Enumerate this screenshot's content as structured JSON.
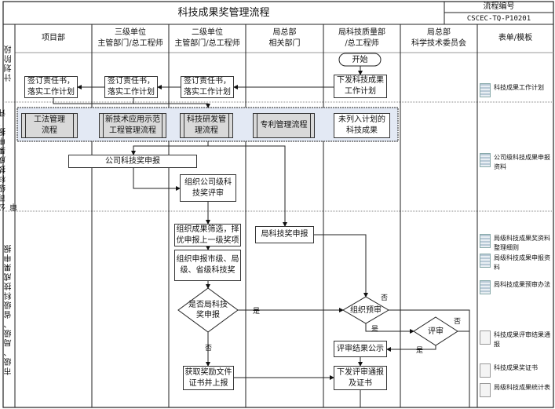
{
  "title": "科技成果奖管理流程",
  "process_no_label": "流程编号",
  "process_no": "CSCEC-TQ-P10201",
  "columns": [
    "项目部",
    "三级单位\n主管部门/总工程师",
    "二级单位\n主管部门/总工程师",
    "局总部\n相关部门",
    "局科技质量部\n/总工程师",
    "局总部\n科学技术委员会",
    "表单/模板"
  ],
  "phases": [
    "计划阶段",
    "公司级科技成果申报、评审",
    "市级、局级、省级科技成果申报"
  ],
  "nodes": {
    "start": "开始",
    "sign1": "签订责任书，\n落实工作计划",
    "sign2": "签订责任书，\n落实工作计划",
    "sign3": "签订责任书，\n落实工作计划",
    "issue_plan": "下发科技成果\n工作计划",
    "sub1": "工法管理\n流程",
    "sub2": "新技术应用示范\n工程管理流程",
    "sub3": "科技研发管\n理流程",
    "sub4": "专利管理流程",
    "unplanned": "未列入计划的\n科技成果",
    "company_apply": "公司科技奖申报",
    "company_review": "组织公司级科\n技奖评审",
    "screen": "组织成果筛选，择\n优申报上一级奖项",
    "org_apply": "组织申报市级、局\n级、省级科技奖",
    "is_bureau": "是否局科技\n奖申报",
    "get_award": "获取奖励文件\n证书并上报",
    "bureau_apply": "局科技奖申报",
    "prereview": "组织预审",
    "review": "评审",
    "publicize": "评审结果公示",
    "issue_cert": "下发评审通报\n及证书"
  },
  "edge_labels": {
    "yes1": "是",
    "no1": "否",
    "yes2": "是",
    "no2": "否",
    "yes3": "是",
    "no3": "否"
  },
  "forms": [
    "科技成果工作计划",
    "公司级科技成果申报资料",
    "局级科技成果奖资料整理细则",
    "局级科技成果申报资料",
    "局科技成果预审办法",
    "科技成果评审结果通报",
    "科技成果奖证书",
    "局级科技成果统计表"
  ]
}
